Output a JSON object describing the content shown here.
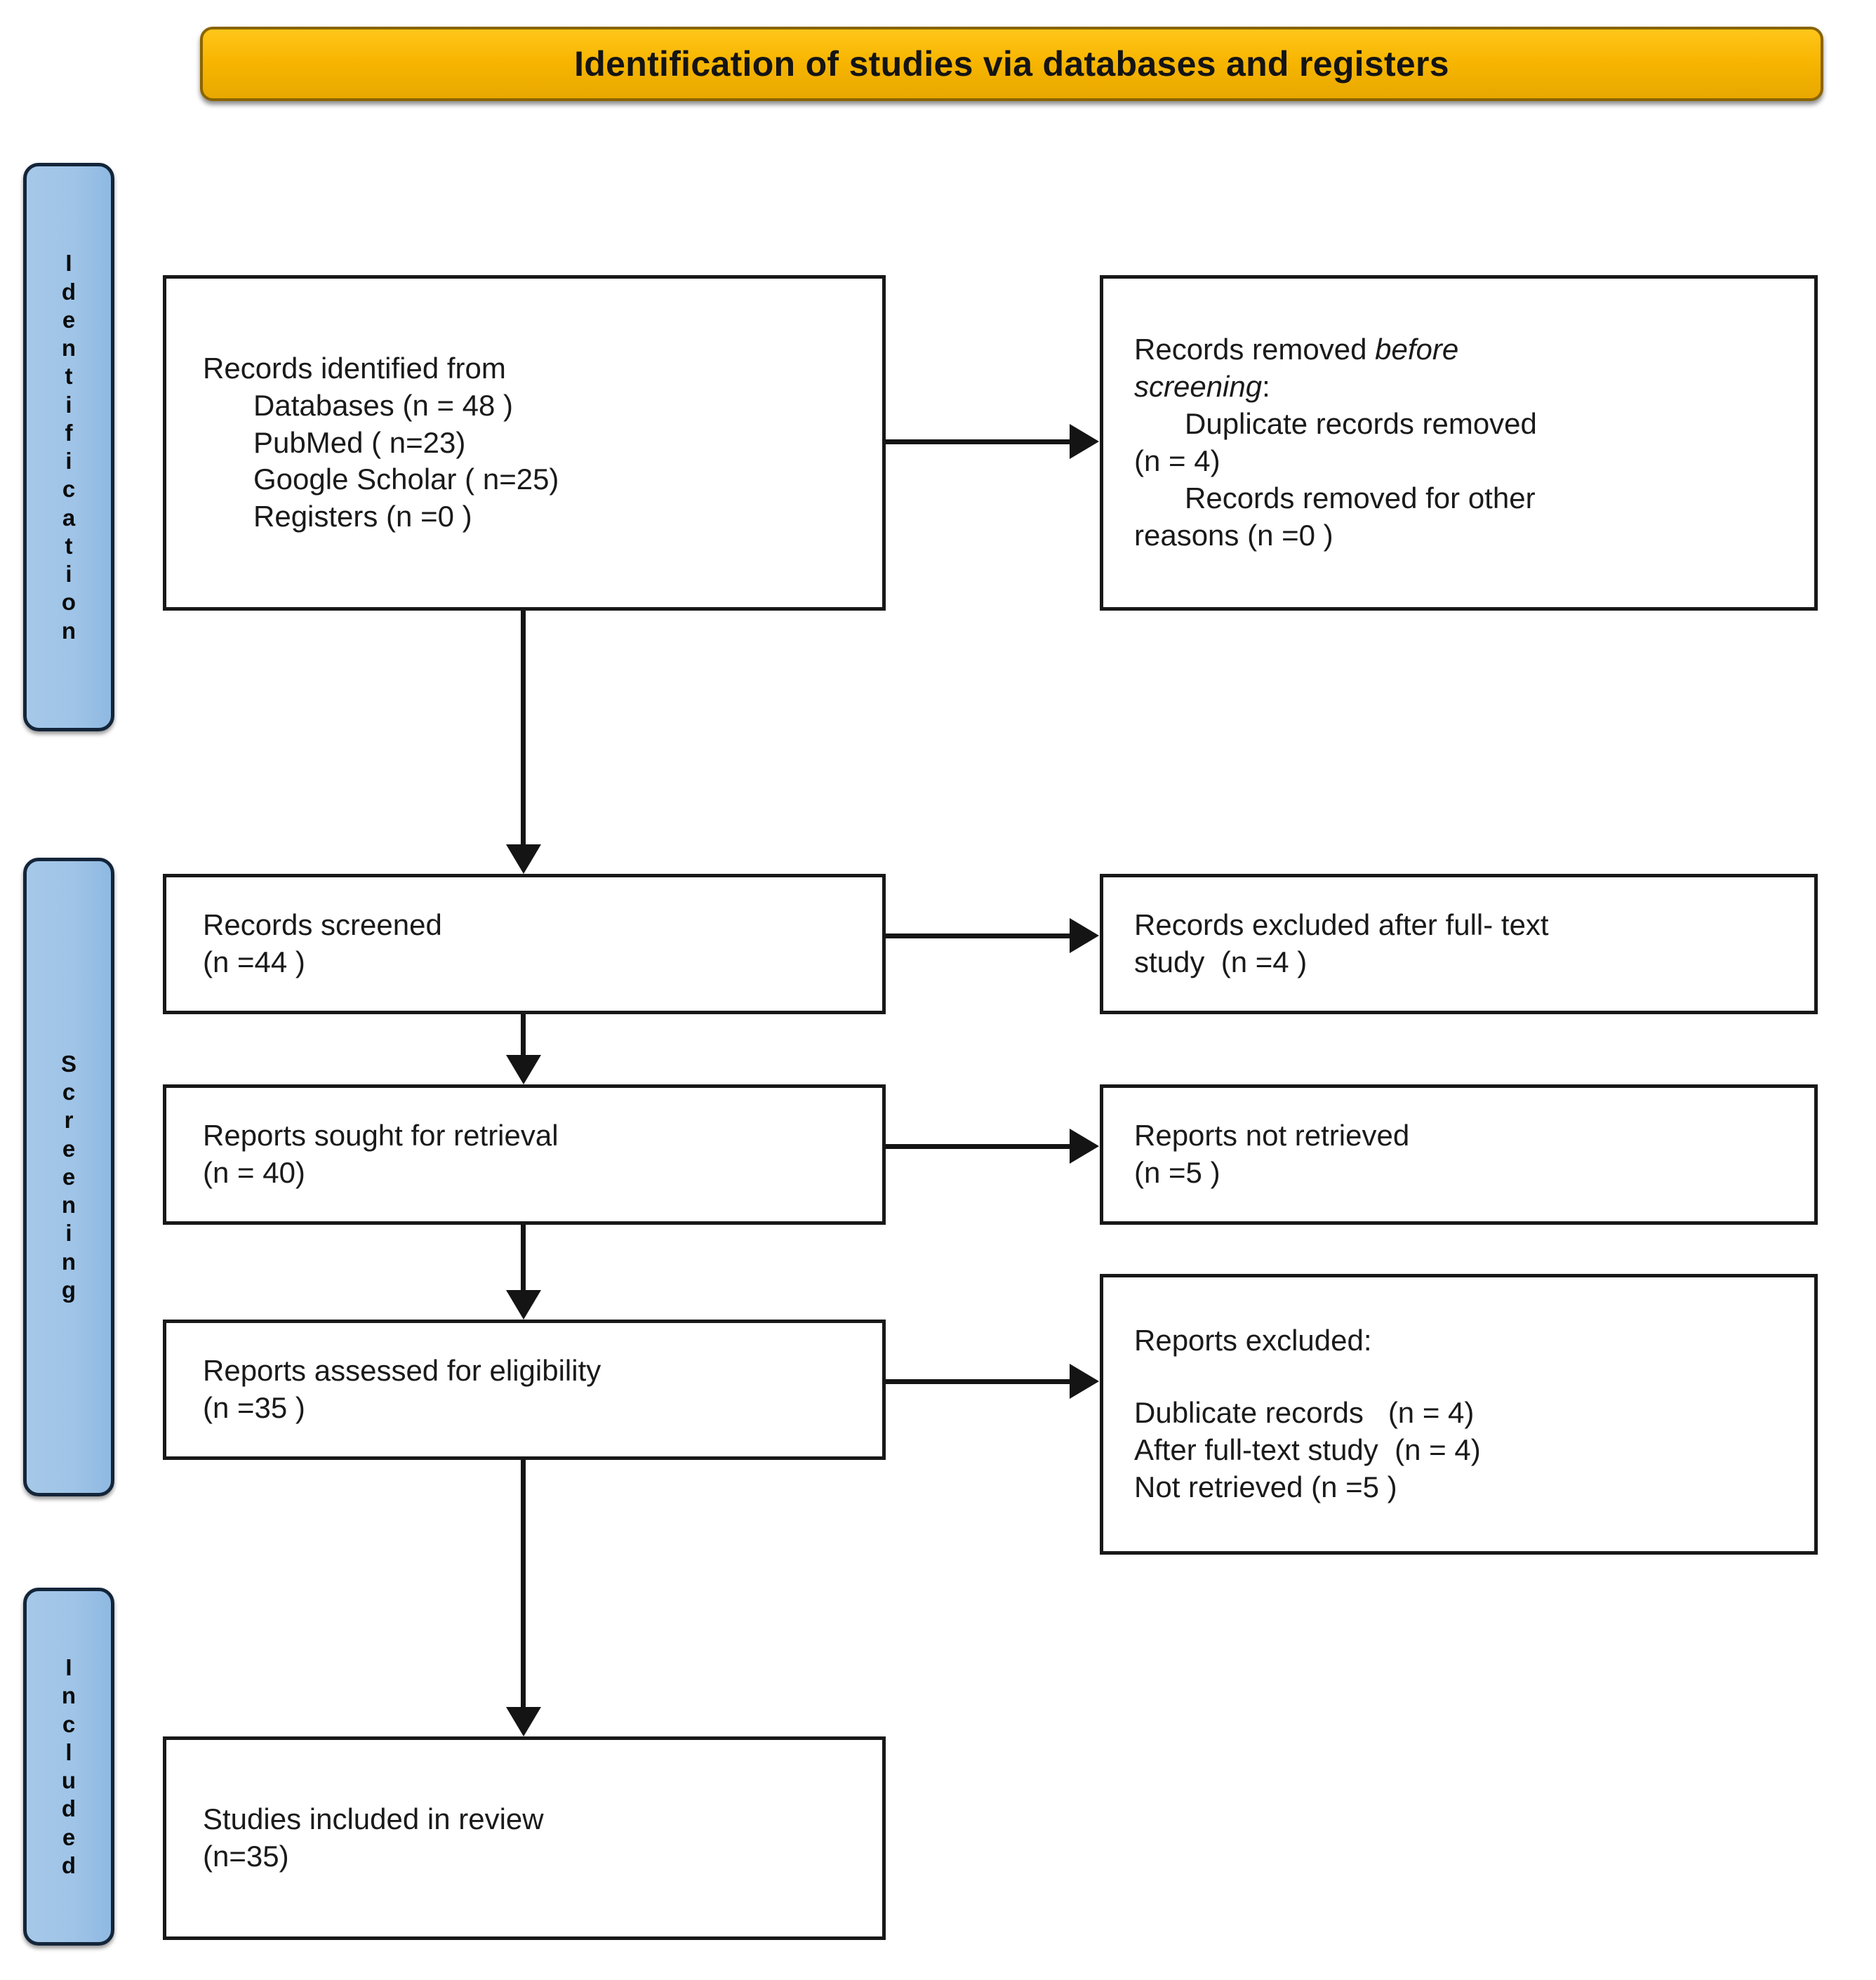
{
  "banner": {
    "title": "Identification of studies via databases and registers"
  },
  "stages": [
    {
      "name": "identification",
      "label": "Identification",
      "letters": [
        "I",
        "d",
        "e",
        "n",
        "t",
        "i",
        "f",
        "i",
        "c",
        "a",
        "t",
        "i",
        "o",
        "n"
      ]
    },
    {
      "name": "screening",
      "label": "Screening",
      "letters": [
        "S",
        "c",
        "r",
        "e",
        "e",
        "n",
        "i",
        "n",
        "g"
      ]
    },
    {
      "name": "included",
      "label": "Included",
      "letters": [
        "I",
        "n",
        "c",
        "l",
        "u",
        "d",
        "e",
        "d"
      ]
    }
  ],
  "boxes": {
    "records_identified": {
      "name": "records-identified-box",
      "lines": [
        {
          "text": "Records identified from",
          "indent": false,
          "italic": false
        },
        {
          "text": "Databases (n = 48 )",
          "indent": true,
          "italic": false
        },
        {
          "text": "PubMed ( n=23)",
          "indent": true,
          "italic": false
        },
        {
          "text": "Google Scholar ( n=25)",
          "indent": true,
          "italic": false
        },
        {
          "text": "Registers (n =0 )",
          "indent": true,
          "italic": false
        }
      ]
    },
    "records_removed": {
      "name": "records-removed-before-screening-box",
      "lines": [
        {
          "text": "Records removed ",
          "indent": false,
          "italic": false,
          "tail": "before",
          "tail_italic": true
        },
        {
          "text": "screening",
          "indent": false,
          "italic": true,
          "tail": ":",
          "tail_italic": false
        },
        {
          "text": "Duplicate records removed",
          "indent": true,
          "italic": false
        },
        {
          "text": "(n = 4)",
          "indent": false,
          "italic": false,
          "indent_small": true
        },
        {
          "text": "Records removed for other",
          "indent": true,
          "italic": false
        },
        {
          "text": "reasons (n =0 )",
          "indent": false,
          "italic": false,
          "indent_small": true
        }
      ]
    },
    "records_screened": {
      "name": "records-screened-box",
      "lines": [
        {
          "text": "Records screened",
          "indent": false,
          "italic": false
        },
        {
          "text": "(n =44 )",
          "indent": false,
          "italic": false
        }
      ]
    },
    "records_excluded": {
      "name": "records-excluded-box",
      "lines": [
        {
          "text": "Records excluded after full- text",
          "indent": false,
          "italic": false
        },
        {
          "text": "study  (n =4 )",
          "indent": false,
          "italic": false
        }
      ]
    },
    "reports_sought": {
      "name": "reports-sought-for-retrieval-box",
      "lines": [
        {
          "text": "Reports sought for retrieval",
          "indent": false,
          "italic": false
        },
        {
          "text": "(n = 40)",
          "indent": false,
          "italic": false
        }
      ]
    },
    "reports_not_retrieved": {
      "name": "reports-not-retrieved-box",
      "lines": [
        {
          "text": "Reports not retrieved",
          "indent": false,
          "italic": false
        },
        {
          "text": "(n =5 )",
          "indent": false,
          "italic": false
        }
      ]
    },
    "reports_assessed": {
      "name": "reports-assessed-for-eligibility-box",
      "lines": [
        {
          "text": "Reports assessed for eligibility",
          "indent": false,
          "italic": false
        },
        {
          "text": "(n =35 )",
          "indent": false,
          "italic": false
        }
      ]
    },
    "reports_excluded": {
      "name": "reports-excluded-box",
      "lines": [
        {
          "text": "Reports excluded:",
          "indent": false,
          "italic": false
        },
        {
          "text": "",
          "indent": false,
          "italic": false
        },
        {
          "text": "Dublicate records   (n = 4)",
          "indent": false,
          "italic": false
        },
        {
          "text": "After full-text study  (n = 4)",
          "indent": false,
          "italic": false
        },
        {
          "text": "Not retrieved (n =5 )",
          "indent": false,
          "italic": false
        }
      ]
    },
    "studies_included": {
      "name": "studies-included-in-review-box",
      "lines": [
        {
          "text": "Studies included in review",
          "indent": false,
          "italic": false
        },
        {
          "text": "(n=35)",
          "indent": false,
          "italic": false
        }
      ]
    }
  },
  "colors": {
    "banner_fill": "#f7b500",
    "banner_border": "#8a6400",
    "stage_fill": "#9fc4e7",
    "stage_border": "#14253a",
    "box_border": "#181818",
    "connector": "#141414",
    "page_background": "#ffffff"
  },
  "flow": {
    "type": "prisma-flow-diagram",
    "connections": [
      {
        "from": "records_identified",
        "to": "records_removed",
        "direction": "right"
      },
      {
        "from": "records_identified",
        "to": "records_screened",
        "direction": "down"
      },
      {
        "from": "records_screened",
        "to": "records_excluded",
        "direction": "right"
      },
      {
        "from": "records_screened",
        "to": "reports_sought",
        "direction": "down"
      },
      {
        "from": "reports_sought",
        "to": "reports_not_retrieved",
        "direction": "right"
      },
      {
        "from": "reports_sought",
        "to": "reports_assessed",
        "direction": "down"
      },
      {
        "from": "reports_assessed",
        "to": "reports_excluded",
        "direction": "right"
      },
      {
        "from": "reports_assessed",
        "to": "studies_included",
        "direction": "down"
      }
    ]
  }
}
